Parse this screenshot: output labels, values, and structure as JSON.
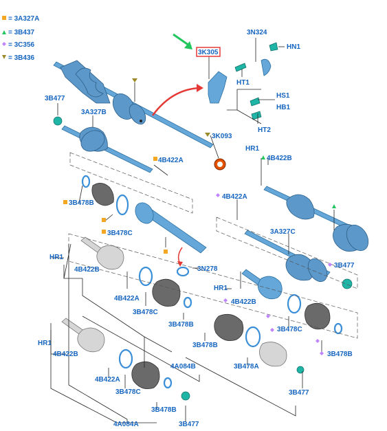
{
  "legend": [
    {
      "symbol": "square",
      "color": "#f5a623",
      "text": "= 3A327A"
    },
    {
      "symbol": "triangle-up",
      "color": "#22c55e",
      "text": "= 3B437"
    },
    {
      "symbol": "diamond",
      "color": "#c084fc",
      "text": "= 3C356"
    },
    {
      "symbol": "triangle-down",
      "color": "#9a8a2a",
      "text": "= 3B436"
    }
  ],
  "colors": {
    "label": "#1565c0",
    "highlight_box": "#e53935",
    "pointer_arrow": "#22c55e",
    "curved_arrow": "#e53935"
  },
  "labels": {
    "l_3n324": "3N324",
    "l_3k305": "3K305",
    "l_hn1": "HN1",
    "l_ht1": "HT1",
    "l_hs1": "HS1",
    "l_hb1": "HB1",
    "l_ht2": "HT2",
    "l_3b477_a": "3B477",
    "l_3a327b": "3A327B",
    "l_3k093": "3K093",
    "l_4b422a_a": "4B422A",
    "l_hr1_a": "HR1",
    "l_4b422b_a": "4B422B",
    "l_3b478b_a": "3B478B",
    "l_4b422a_b": "4B422A",
    "l_3b478c_a": "3B478C",
    "l_3a327c": "3A327C",
    "l_hr1_b": "HR1",
    "l_4b422b_b": "4B422B",
    "l_3n278": "3N278",
    "l_3b477_b": "3B477",
    "l_hr1_c": "HR1",
    "l_4b422b_c": "4B422B",
    "l_4b422a_c": "4B422A",
    "l_3b478c_b": "3B478C",
    "l_3b478b_b": "3B478B",
    "l_3b478b_c": "3B478B",
    "l_4a084b_a": "4A084B",
    "l_3b478a": "3B478A",
    "l_3b477_c": "3B477",
    "l_3b478c_c": "3B478C",
    "l_3b478b_d": "3B478B",
    "l_hr1_d": "HR1",
    "l_4b422b_d": "4B422B",
    "l_4b422a_d": "4B422A",
    "l_3b478c_d": "3B478C",
    "l_3b478b_e": "3B478B",
    "l_4a084a": "4A084A",
    "l_3b477_d": "3B477"
  },
  "icons": {
    "pointer": "green-arrow-icon",
    "transfer": "curved-red-arrow-icon",
    "highlight": "red-highlight-box"
  }
}
